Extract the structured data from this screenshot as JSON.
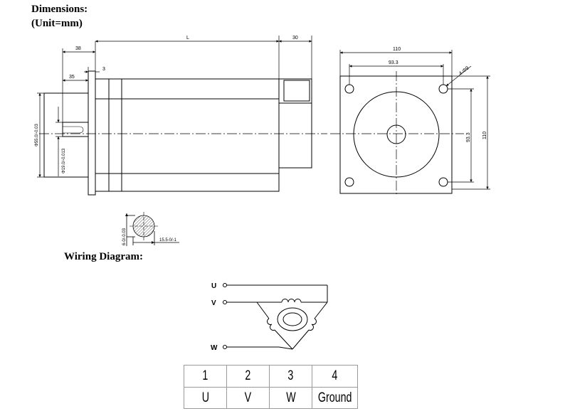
{
  "headings": {
    "dimensions": "Dimensions:",
    "unit": "(Unit=mm)",
    "wiring": "Wiring Diagram:"
  },
  "side_view": {
    "dim_L": "L",
    "dim_30": "30",
    "dim_38": "38",
    "dim_3": "3",
    "dim_35": "35",
    "dim_pilot": "Φ55.0/-0.03",
    "dim_shaft": "Φ19.0/-0.013"
  },
  "front_view": {
    "dim_width": "110",
    "dim_hole_spacing_h": "93.3",
    "dim_hole_spacing_v": "93.3",
    "dim_height": "110",
    "dim_hole": "4-Φ9"
  },
  "shaft_section": {
    "dim_key": "6-0/-0.03",
    "dim_depth": "15.5-0/-1"
  },
  "wiring": {
    "terminals": [
      "U",
      "V",
      "W"
    ]
  },
  "pin_table": {
    "numbers": [
      "1",
      "2",
      "3",
      "4"
    ],
    "signals": [
      "U",
      "V",
      "W",
      "Ground"
    ]
  }
}
